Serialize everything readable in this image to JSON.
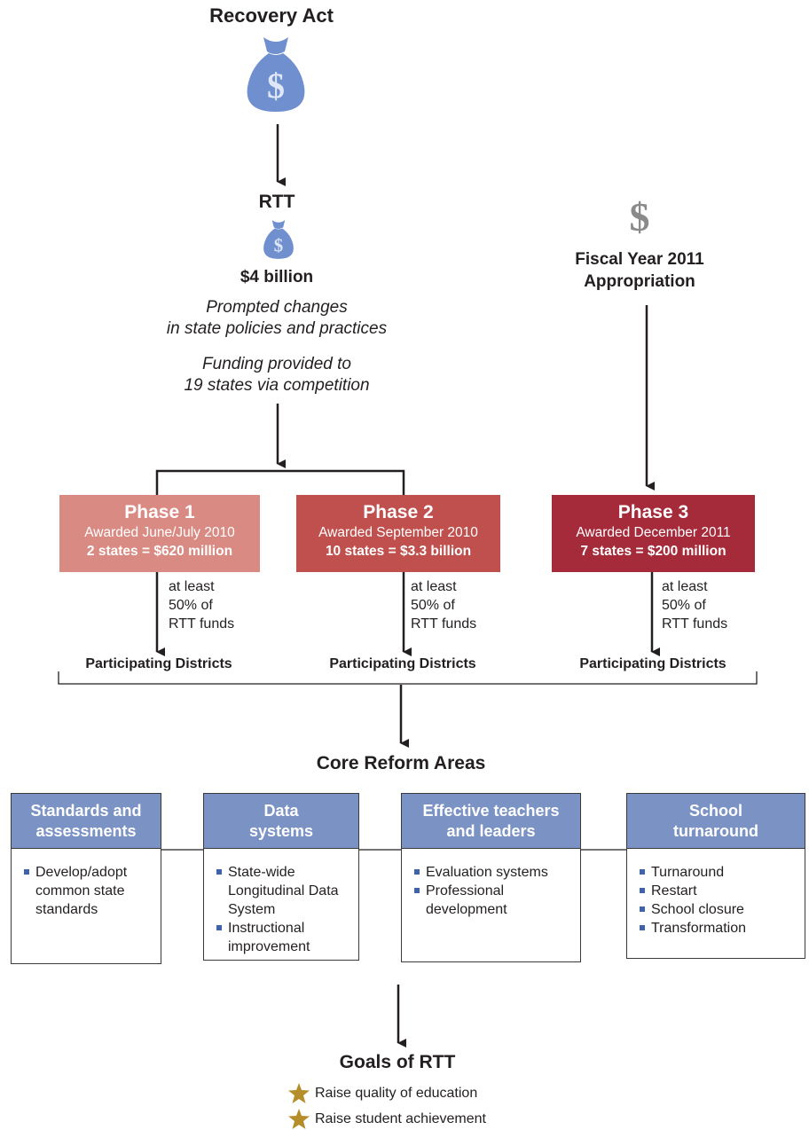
{
  "top": {
    "title": "Recovery Act"
  },
  "rtt": {
    "label": "RTT",
    "amount": "$4 billion",
    "note1_line1": "Prompted changes",
    "note1_line2": "in state policies and practices",
    "note2_line1": "Funding provided to",
    "note2_line2": "19 states via competition"
  },
  "fy": {
    "dollar": "$",
    "line1": "Fiscal Year 2011",
    "line2": "Appropriation"
  },
  "phases": [
    {
      "title": "Phase 1",
      "awarded": "Awarded June/July 2010",
      "amount": "2 states = $620 million",
      "color": "#d98a82"
    },
    {
      "title": "Phase 2",
      "awarded": "Awarded September 2010",
      "amount": "10 states = $3.3 billion",
      "color": "#c0504d"
    },
    {
      "title": "Phase 3",
      "awarded": "Awarded December 2011",
      "amount": "7 states = $200 million",
      "color": "#a52a3a"
    }
  ],
  "funds_note": {
    "line1": "at least",
    "line2": "50% of",
    "line3": "RTT funds"
  },
  "districts_label": "Participating Districts",
  "core": {
    "title": "Core Reform Areas",
    "areas": [
      {
        "title_line1": "Standards and",
        "title_line2": "assessments",
        "items": [
          "Develop/adopt common state standards"
        ]
      },
      {
        "title_line1": "Data",
        "title_line2": "systems",
        "items": [
          "State-wide Longitudinal Data System",
          "Instructional improvement"
        ]
      },
      {
        "title_line1": "Effective teachers",
        "title_line2": "and leaders",
        "items": [
          "Evaluation systems",
          "Professional development"
        ]
      },
      {
        "title_line1": "School",
        "title_line2": "turnaround",
        "items": [
          "Turnaround",
          "Restart",
          "School closure",
          "Transformation"
        ]
      }
    ]
  },
  "goals": {
    "title": "Goals of RTT",
    "items": [
      "Raise quality of education",
      "Raise student achievement"
    ]
  },
  "colors": {
    "money_bag": "#6f8fcf",
    "header_blue": "#7b93c4",
    "bullet": "#3f62ad",
    "star": "#b58d2b",
    "dollar_gray": "#8a8a8a"
  },
  "icons": [
    "money-bag-icon",
    "dollar-sign-icon",
    "star-icon",
    "arrow-down-icon",
    "bullet-square-icon"
  ]
}
